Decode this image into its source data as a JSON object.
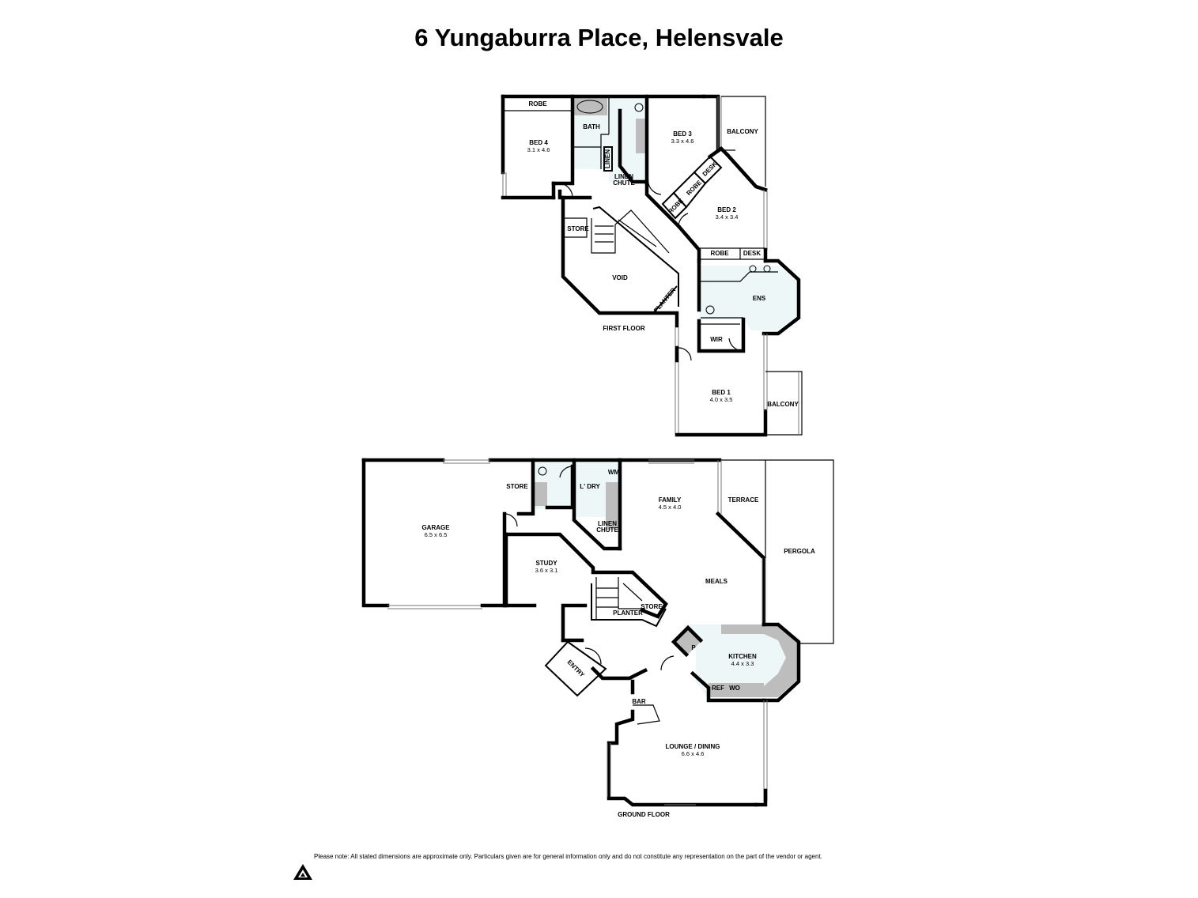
{
  "title": "6 Yungaburra Place, Helensvale",
  "disclaimer": "Please note: All stated dimensions are approximate only. Particulars given are for general information only and do not constitute any representation on the part of the vendor or agent.",
  "floors": {
    "first": {
      "label": "FIRST FLOOR",
      "rooms": [
        {
          "id": "bed4",
          "name": "BED 4",
          "dims": "3.1 x 4.6"
        },
        {
          "id": "bed3",
          "name": "BED 3",
          "dims": "3.3 x 4.6"
        },
        {
          "id": "bed2",
          "name": "BED 2",
          "dims": "3.4 x 3.4"
        },
        {
          "id": "bed1",
          "name": "BED 1",
          "dims": "4.0 x 3.5"
        }
      ],
      "labels": {
        "robe_bed4": "ROBE",
        "bath": "BATH",
        "linen": "LINEN",
        "linen_chute": "LINEN",
        "chute": "CHUTE",
        "balcony_top": "BALCONY",
        "desk_top": "DESK",
        "robe_a": "ROBE",
        "robe_b": "ROBE",
        "store": "STORE",
        "void": "VOID",
        "planter": "PLANTER",
        "robe_ens": "ROBE",
        "desk_ens": "DESK",
        "ens": "ENS",
        "wir": "WIR",
        "balcony_bed1": "BALCONY"
      }
    },
    "ground": {
      "label": "GROUND FLOOR",
      "rooms": [
        {
          "id": "garage",
          "name": "GARAGE",
          "dims": "6.5 x 6.5"
        },
        {
          "id": "family",
          "name": "FAMILY",
          "dims": "4.5 x 4.0"
        },
        {
          "id": "study",
          "name": "STUDY",
          "dims": "3.6 x 3.1"
        },
        {
          "id": "kitchen",
          "name": "KITCHEN",
          "dims": "4.4 x 3.3"
        },
        {
          "id": "lounge",
          "name": "LOUNGE / DINING",
          "dims": "6.6 x 4.6"
        }
      ],
      "labels": {
        "store_g": "STORE",
        "ldry": "L' DRY",
        "wm": "WM",
        "linen": "LINEN",
        "chute": "CHUTE",
        "terrace": "TERRACE",
        "pergola": "PERGOLA",
        "meals": "MEALS",
        "store_stair": "STORE",
        "planter": "PLANTER",
        "pantry": "P",
        "ref": "REF",
        "wo": "WO",
        "entry": "ENTRY",
        "bar": "BAR"
      }
    }
  }
}
